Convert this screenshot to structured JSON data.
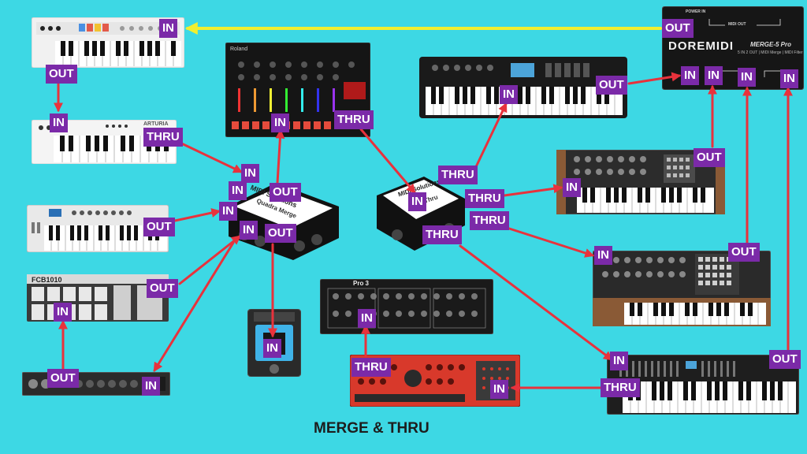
{
  "caption": "MERGE & THRU",
  "colors": {
    "background": "#3dd8e4",
    "label_bg": "#7b2aa8",
    "label_text": "#ffffff",
    "cable_red": "#e8323c",
    "cable_yellow": "#f2ef2e"
  },
  "boxes": {
    "midi_merge": {
      "brand": "MIDI Solutions",
      "model": "Quadra Merge"
    },
    "midi_thru": {
      "brand": "MIDI Solutions",
      "model": "Thru"
    },
    "doremidi": {
      "brand": "DOREMIDI",
      "model": "MERGE-5 Pro",
      "spec": "5 IN 2 OUT | MIDI Merge | MIDI Filter",
      "power": "POWER IN",
      "midi_out": "MIDI OUT"
    }
  },
  "devices": {
    "keyboard_top_left_brand": "",
    "arturia_brand": "ARTURIA",
    "pro3_brand": "Pro 3"
  },
  "labels": {
    "kbd1_in": "IN",
    "kbd1_out": "OUT",
    "kbd2_in": "IN",
    "kbd2_thru": "THRU",
    "kbd3_out": "OUT",
    "fcb_out": "OUT",
    "fcb_in": "IN",
    "audio_out": "OUT",
    "audio_in": "IN",
    "merge_in1": "IN",
    "merge_in2": "IN",
    "merge_in3": "IN",
    "merge_in4": "IN",
    "merge_out": "OUT",
    "merge_out2": "OUT",
    "drum_in": "IN",
    "drum_thru": "THRU",
    "looper_in": "IN",
    "thru_box_in": "IN",
    "thru_box_thru1": "THRU",
    "thru_box_thru2": "THRU",
    "thru_box_thru3": "THRU",
    "thru_box_thru4": "THRU",
    "yamaha_in": "IN",
    "yamaha_out": "OUT",
    "doremidi_out": "OUT",
    "doremidi_in1": "IN",
    "doremidi_in2": "IN",
    "doremidi_in3": "IN",
    "doremidi_in4": "IN",
    "polybrute_in": "IN",
    "polybrute_out": "OUT",
    "matrixbrute_in": "IN",
    "matrixbrute_out": "OUT",
    "pro3_in": "IN",
    "red_synth_thru": "THRU",
    "red_synth_in": "IN",
    "deepmind_in": "IN",
    "deepmind_thru": "THRU",
    "deepmind_out": "OUT"
  }
}
